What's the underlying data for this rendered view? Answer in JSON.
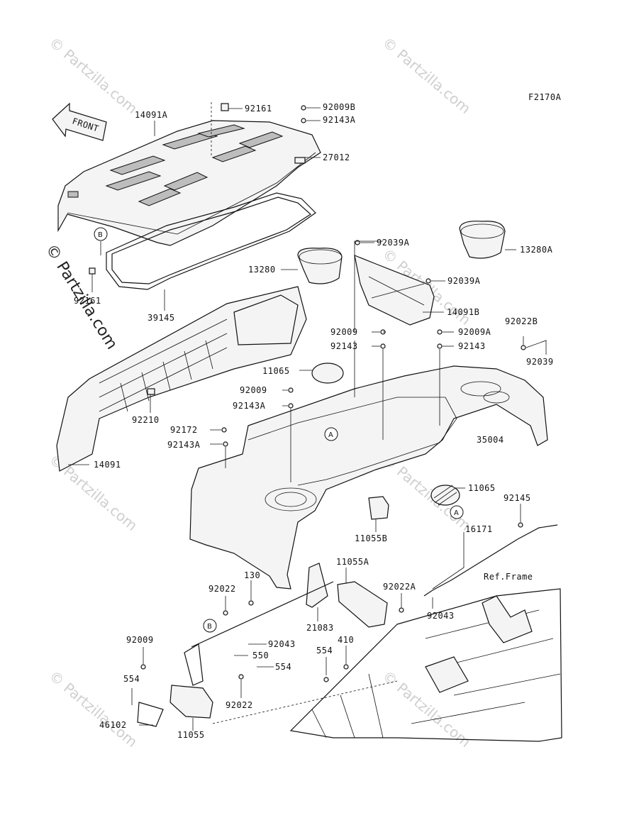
{
  "figure_code": "F2170A",
  "front_label": "FRONT",
  "ref_frame_label": "Ref.Frame",
  "watermark_text": "© Partzilla.com",
  "callouts": [
    "A",
    "B"
  ],
  "parts": [
    "14091A",
    "92161",
    "92009B",
    "92143A",
    "27012",
    "92039A",
    "13280A",
    "13280",
    "92039A",
    "14091B",
    "92009",
    "92143",
    "92009A",
    "92143",
    "92022B",
    "92039",
    "39145",
    "92161",
    "11065",
    "92009",
    "92143A",
    "35004",
    "92210",
    "92172",
    "92143A",
    "14091",
    "11065",
    "92145",
    "11055B",
    "16171",
    "11055A",
    "130",
    "92022",
    "92022A",
    "92043",
    "21083",
    "92009",
    "92043",
    "550",
    "554",
    "410",
    "554",
    "554",
    "92022",
    "46102",
    "11055"
  ]
}
